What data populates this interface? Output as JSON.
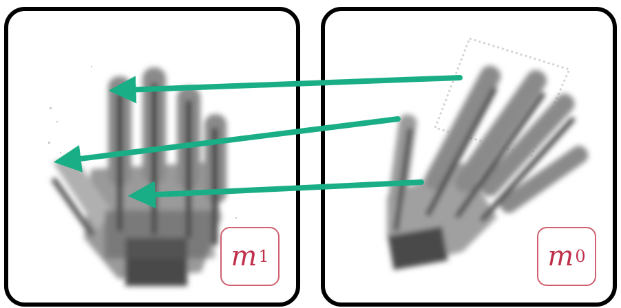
{
  "panels": [
    {
      "id": "left",
      "label": {
        "symbol": "m",
        "subscript": "1"
      }
    },
    {
      "id": "right",
      "label": {
        "symbol": "m",
        "subscript": "0"
      }
    }
  ],
  "colors": {
    "arrow": "#1aae86",
    "label": "#c0304a",
    "label_border": "#d06070",
    "frame": "#000000"
  },
  "arrows": [
    {
      "from": "index-fingertip",
      "to": "index-fingertip"
    },
    {
      "from": "thumb-tip",
      "to": "thumb-tip"
    },
    {
      "from": "palm-center",
      "to": "palm-center"
    }
  ]
}
